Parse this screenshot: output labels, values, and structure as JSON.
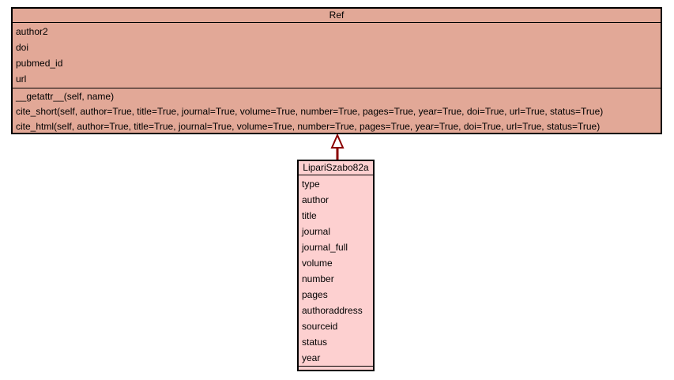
{
  "diagram": {
    "type": "uml-class-diagram",
    "colors": {
      "ref_fill": "#e2a897",
      "child_fill": "#fdd0d0",
      "border": "#000000",
      "arrow": "#8b0000",
      "background": "#ffffff"
    },
    "classes": [
      {
        "name": "Ref",
        "attributes": [
          "author2",
          "doi",
          "pubmed_id",
          "url"
        ],
        "methods": [
          "__getattr__(self, name)",
          "cite_short(self, author=True, title=True, journal=True, volume=True, number=True, pages=True, year=True, doi=True, url=True, status=True)",
          "cite_html(self, author=True, title=True, journal=True, volume=True, number=True, pages=True, year=True, doi=True, url=True, status=True)"
        ]
      },
      {
        "name": "LipariSzabo82a",
        "attributes": [
          "type",
          "author",
          "title",
          "journal",
          "journal_full",
          "volume",
          "number",
          "pages",
          "authoraddress",
          "sourceid",
          "status",
          "year"
        ],
        "methods": []
      }
    ],
    "relations": [
      {
        "kind": "inheritance",
        "from": "LipariSzabo82a",
        "to": "Ref"
      }
    ]
  }
}
